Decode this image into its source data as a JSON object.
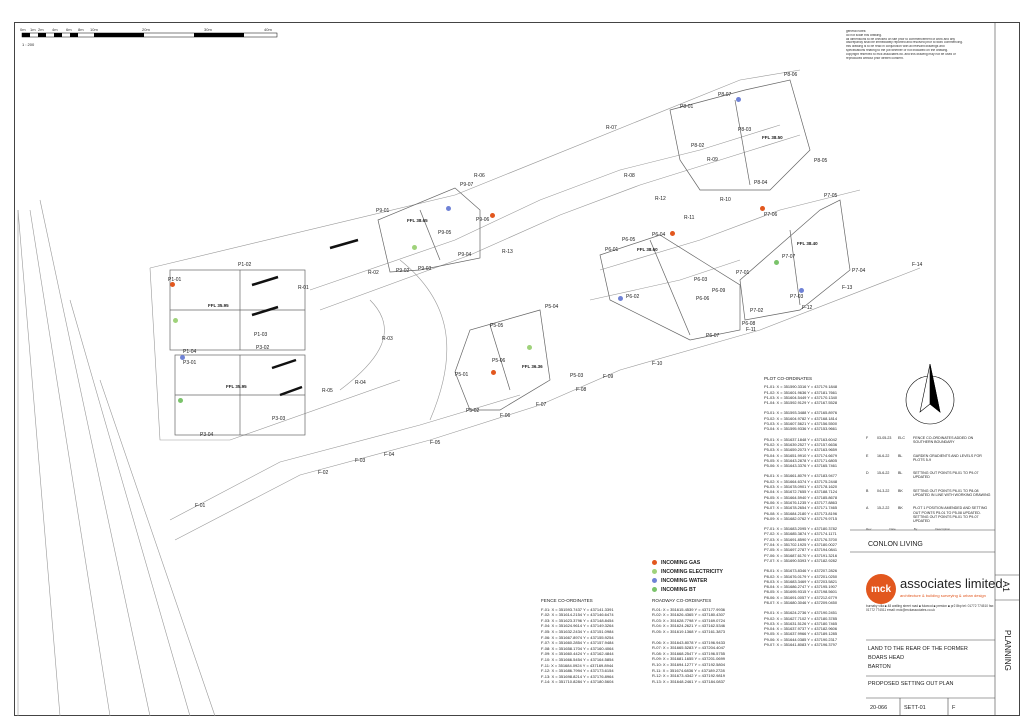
{
  "scale": {
    "ticks": [
      "0m",
      "1m",
      "2m",
      "4m",
      "6m",
      "8m",
      "10m",
      "20m",
      "30m",
      "40m"
    ],
    "ratio": "1 : 200"
  },
  "notes": [
    "general notes:",
    "do not scale this drawing.",
    "all dimensions to be checked on site prior to commencement of work and any",
    "discrepancy shall be immediately reported and resolved prior to work commencing.",
    "this drawing is to be read in conjunction with all relevant drawings and",
    "specifications relating to the job whether or not indicated on the drawing.",
    "copyright reserved to mck associates ltd. and this drawing may not be used or",
    "reproduced without prior written consent."
  ],
  "revisions": [
    {
      "rev": "F",
      "date": "03-05-23",
      "by": "ELC",
      "desc": "FENCE CO-ORDINATES ADDED ON SOUTHERN BOUNDARY"
    },
    {
      "rev": "E",
      "date": "16-6-22",
      "by": "BL",
      "desc": "GARDEN GRADIENTS AND LEVELS FOR PLOTS 5-9"
    },
    {
      "rev": "D",
      "date": "15-6-22",
      "by": "BL",
      "desc": "SETTING OUT POINTS P8-01 TO P9-07 UPDATED"
    },
    {
      "rev": "B",
      "date": "04-3-22",
      "by": "BK",
      "desc": "SETTING OUT POINTS P6-01 TO P8-08 UPDATED IN LINE WITH WORKING DRAWING"
    },
    {
      "rev": "A",
      "date": "15-2-22",
      "by": "BK",
      "desc": "PLOT 1 POSITION AMENDED AND SETTING OUT POINTS P5-01 TO P5-08 UPDATED. SETTING OUT POINTS P6-01 TO P9-07 UPDATED"
    }
  ],
  "rev_header": [
    "Rev",
    "Date",
    "By",
    "Description"
  ],
  "client": "CONLON LIVING",
  "company": {
    "logo_text": "mck",
    "name": "associates limited",
    "tagline": "architecture & building surveying & urban design",
    "contact": "burnaby villa ■ 48 watling street road ■ fulwood ■ preston ■ pr2 8bp tel: 01772 774510 fax: 01772 774511 email: mck@mckassociates.co.uk"
  },
  "project": [
    "LAND TO THE REAR OF THE FORMER",
    "BOARS HEAD",
    "BARTON"
  ],
  "drawing_title": "PROPOSED SETTING OUT PLAN",
  "meta": {
    "job": "20-066",
    "drawing_no": "SETT-01",
    "rev": "F"
  },
  "sheet_size": "A1",
  "status": "PLANNING",
  "legend": [
    {
      "label": "INCOMING GAS",
      "color": "#e2571e"
    },
    {
      "label": "INCOMING ELECTRICITY",
      "color": "#9fd27a"
    },
    {
      "label": "INCOMING WATER",
      "color": "#6f82d6"
    },
    {
      "label": "INCOMING BT",
      "color": "#7ac36a"
    }
  ],
  "fence_title": "FENCE CO-ORDINATES",
  "fence": [
    "F-01: X = 351593.7437   Y = 437141.3391",
    "F-02: X = 351614.2154   Y = 437146.6474",
    "F-03: X = 351623.3796   Y = 437148.8454",
    "F-04: X = 351624.9614   Y = 437149.3264",
    "F-05: X = 351632.2434   Y = 437151.0984",
    "F-06: X = 351667.8974   Y = 437155.9254",
    "F-07: X = 351660.2854   Y = 437157.9484",
    "F-08: X = 351658.1704   Y = 437160.4064",
    "F-09: X = 351660.4424   Y = 437162.4844",
    "F-10: X = 351666.5454   Y = 437164.5854",
    "F-11: X = 351684.0924   Y = 437169.8944",
    "F-12: X = 351686.7994   Y = 437173.6154",
    "F-13: X = 351698.8214   Y = 437176.8964",
    "F-14: X = 351710.8284   Y = 437180.5604"
  ],
  "roadway_title": "ROADWAY CO-ORDINATES",
  "roadway": [
    "R-01: X = 351615.4539   Y = 437177.9936",
    "R-02: X = 351626.4365   Y = 437180.4307",
    "R-03: X = 351628.7798   Y = 437169.0724",
    "R-04: X = 351624.2621   Y = 437162.5346",
    "R-05: X = 351619.1368   Y = 437161.3873",
    "",
    "R-06: X = 351643.8078   Y = 437196.9433",
    "R-07: X = 351665.5283   Y = 437204.4047",
    "R-08: X = 351668.2547   Y = 437196.5755",
    "R-09: X = 351681.1655   Y = 437201.0699",
    "R-10: X = 351694.1277   Y = 437192.5804",
    "R-11: X = 351674.6836   Y = 437189.2728",
    "R-12: X = 351673.4342   Y = 437192.9819",
    "R-13: X = 351648.2461   Y = 437184.0837"
  ],
  "plot_title": "PLOT CO-ORDINATES",
  "plots": [
    "P1-01: X = 351590.3316   Y = 437179.1848",
    "P1-02: X = 351601.9636   Y = 437181.7661",
    "P1-03: X = 351604.5449   Y = 437170.1340",
    "P1-04: X = 351592.9129   Y = 437167.5528",
    "",
    "P3-01: X = 351593.3488   Y = 437165.8976",
    "P3-02: X = 351604.9782   Y = 437168.1814",
    "P3-03: X = 351607.5621   Y = 437156.5500",
    "P3-04: X = 351595.9336   Y = 437153.9661",
    "",
    "P5-01: X = 351637.1848   Y = 437163.6042",
    "P5-02: X = 351639.2527   Y = 437157.6636",
    "P5-03: X = 351659.2073   Y = 437163.9659",
    "P5-04: X = 351651.9910   Y = 437174.6679",
    "P5-05: X = 351643.2878   Y = 437171.6805",
    "P5-06: X = 351643.3376   Y = 437165.7461",
    "",
    "P6-01: X = 351661.8079   Y = 437183.9477",
    "P6-02: X = 351664.6374   Y = 437175.2448",
    "P6-03: X = 351678.0901   Y = 437178.1620",
    "P6-04: X = 351672.7655   Y = 437188.7124",
    "P6-05: X = 351664.5940   Y = 437185.8678",
    "P6-06: X = 351676.1235   Y = 437177.8863",
    "P6-07: X = 351678.2654   Y = 437171.7465",
    "P6-08: X = 351684.2180   Y = 437173.8196",
    "P6-09: X = 351682.0762   Y = 437179.9715",
    "",
    "P7-01: X = 351683.2095   Y = 437180.3782",
    "P7-02: X = 351685.3874   Y = 437174.1171",
    "P7-03: X = 351691.8590   Y = 437176.3700",
    "P7-04: X = 351702.1925   Y = 437180.0027",
    "P7-05: X = 351697.2787   Y = 437194.0841",
    "P7-06: X = 351687.6170   Y = 437191.3216",
    "P7-07: X = 351690.5393   Y = 437182.9282",
    "",
    "P8-01: X = 351673.8346   Y = 437207.2826",
    "P8-02: X = 351676.0179   Y = 437201.0250",
    "P8-03: X = 351683.3469   Y = 437203.5821",
    "P8-04: X = 351686.2747   Y = 437195.1907",
    "P8-05: X = 351695.9315   Y = 437198.5601",
    "P8-06: X = 351691.0057   Y = 437212.6779",
    "P8-07: X = 351680.3046   Y = 437209.0450",
    "",
    "P9-01: X = 351624.2736   Y = 437190.2451",
    "P9-02: X = 351627.7102   Y = 437180.3785",
    "P9-03: X = 351631.5126   Y = 437180.7465",
    "P9-04: X = 351637.9737   Y = 437182.9606",
    "P9-05: X = 351637.9966   Y = 437189.1285",
    "P9-06: X = 351644.0385   Y = 437190.2317",
    "P9-07: X = 351641.8083   Y = 437196.3797"
  ],
  "plan_labels": {
    "plots": [
      "P1-01",
      "P1-02",
      "P1-03",
      "P1-04",
      "P3-01",
      "P3-02",
      "P3-03",
      "P3-04",
      "P5-01",
      "P5-02",
      "P5-03",
      "P5-04",
      "P5-05",
      "P5-06",
      "P6-01",
      "P6-02",
      "P6-03",
      "P6-04",
      "P6-05",
      "P6-06",
      "P6-07",
      "P6-08",
      "P6-09",
      "P7-01",
      "P7-02",
      "P7-03",
      "P7-04",
      "P7-05",
      "P7-06",
      "P7-07",
      "P8-01",
      "P8-02",
      "P8-03",
      "P8-04",
      "P8-05",
      "P8-06",
      "P8-07",
      "P9-01",
      "P9-02",
      "P9-03",
      "P9-04",
      "P9-05",
      "P9-06",
      "P9-07"
    ],
    "roads": [
      "R-01",
      "R-02",
      "R-03",
      "R-04",
      "R-05",
      "R-06",
      "R-07",
      "R-08",
      "R-09",
      "R-10",
      "R-11",
      "R-12",
      "R-13"
    ],
    "fences": [
      "F-01",
      "F-02",
      "F-03",
      "F-04",
      "F-05",
      "F-06",
      "F-07",
      "F-08",
      "F-09",
      "F-10",
      "F-11",
      "F-12",
      "F-13",
      "F-14"
    ],
    "ffl": [
      "FFL 35.95",
      "FFL 35.95",
      "FFL 38.65",
      "FFL 36.36",
      "FFL 38.60",
      "FFL 38.50",
      "FFL 38.40"
    ]
  }
}
